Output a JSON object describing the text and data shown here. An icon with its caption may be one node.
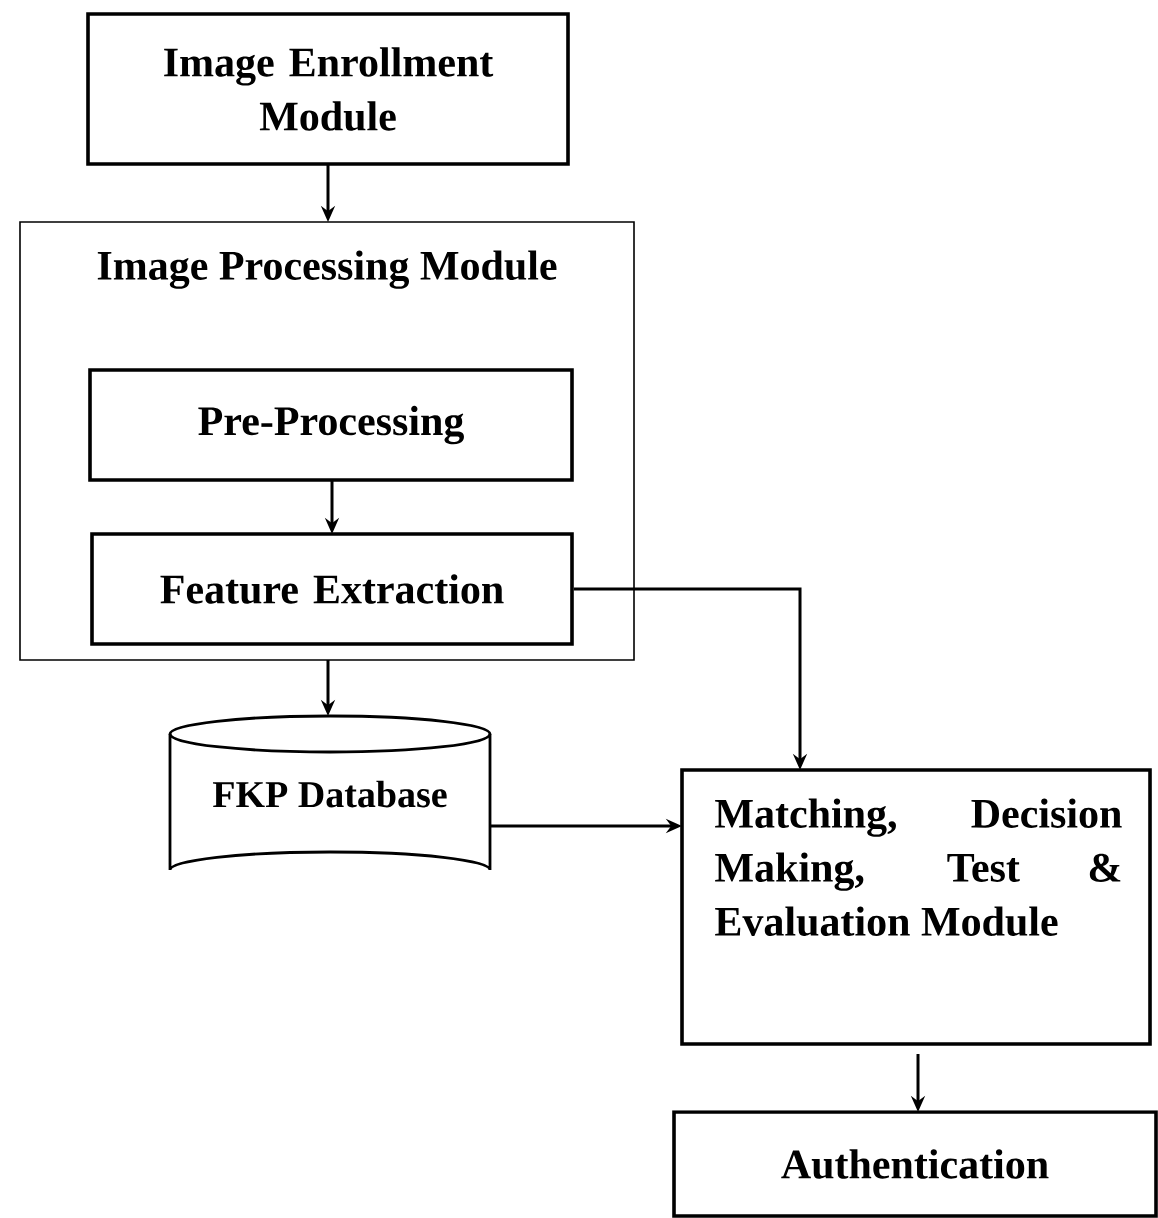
{
  "diagram": {
    "nodes": [
      {
        "text": [
          "Image Enrollment Module"
        ]
      },
      {
        "text": [
          "Image Processing Module"
        ]
      },
      {
        "text": [
          "Pre-Processing"
        ],
        "in": 1
      },
      {
        "text": [
          "Feature Extraction"
        ],
        "in": 1
      },
      {
        "text": [
          "FKP Database"
        ]
      },
      {
        "text": [
          "Matching, Decision Making, Test & Evaluation Module"
        ]
      },
      {
        "text": [
          "Authentication"
        ]
      }
    ],
    "edges": [
      {
        "from": 0,
        "to": 1,
        "arrow": "to"
      },
      {
        "from": 2,
        "to": 3,
        "arrow": "to"
      },
      {
        "from": 1,
        "to": 4,
        "arrow": "to"
      },
      {
        "from": 3,
        "to": 5,
        "arrow": "to"
      },
      {
        "from": 4,
        "to": 5,
        "arrow": "to"
      },
      {
        "from": 5,
        "to": 6,
        "arrow": "to"
      }
    ]
  }
}
